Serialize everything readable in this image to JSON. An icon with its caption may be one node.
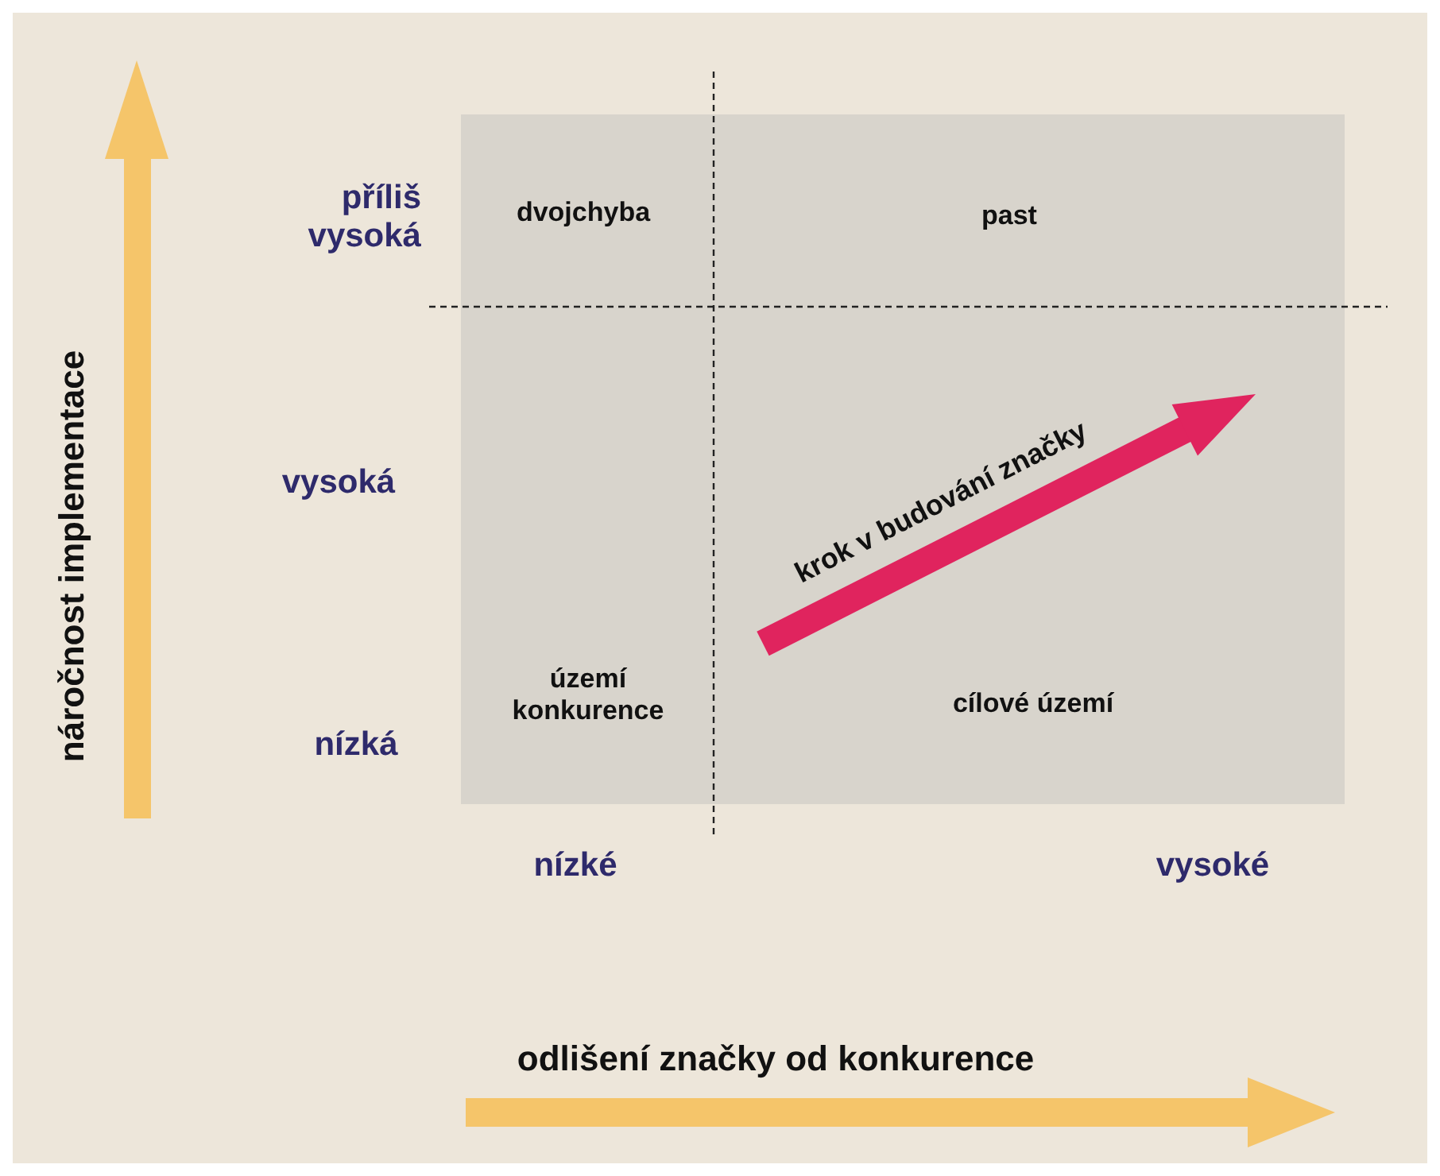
{
  "diagram": {
    "labels": [
      "náročnost implementace",
      "příliš vysoká",
      "dvojchyba",
      "past",
      "vysoká",
      "krok v budování značky",
      "území konkurence",
      "cílové území",
      "nízká",
      "nízké",
      "vysoké",
      "odlišení značky od konkurence"
    ]
  }
}
